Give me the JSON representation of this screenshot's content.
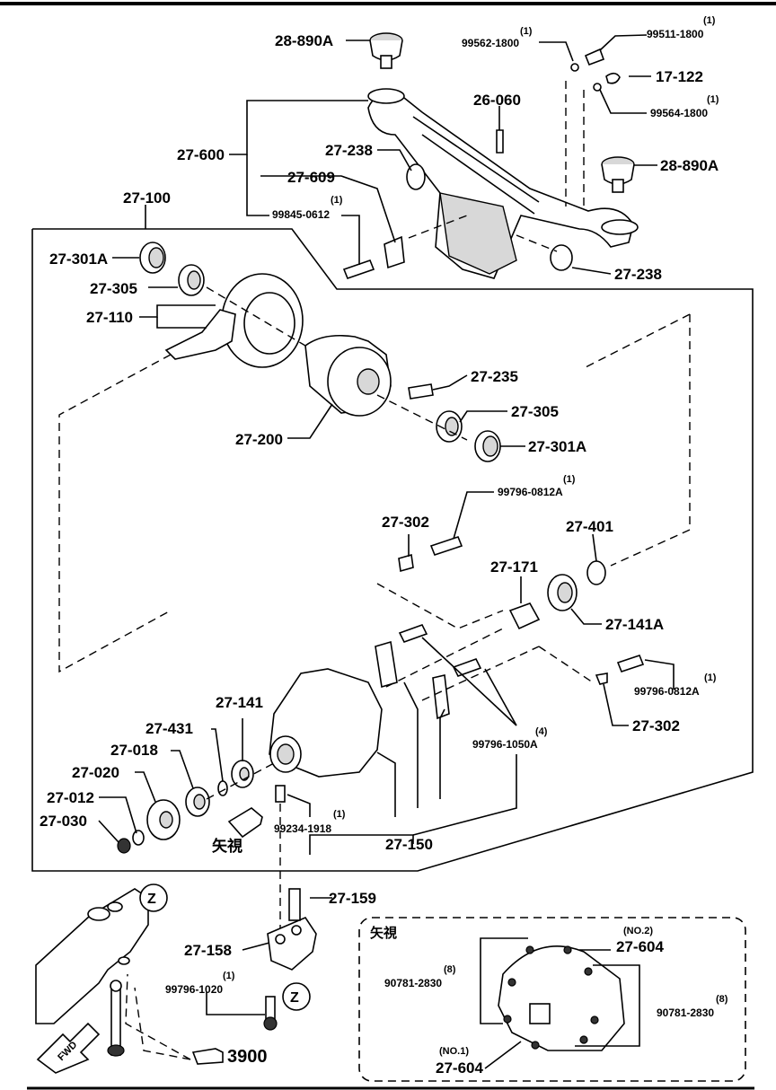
{
  "labels": {
    "l_28_890A_top": "28-890A",
    "l_99562": "99562-1800",
    "q_99562": "(1)",
    "l_99511": "99511-1800",
    "q_99511": "(1)",
    "l_17_122": "17-122",
    "l_99564": "99564-1800",
    "q_99564": "(1)",
    "l_26_060": "26-060",
    "l_27_600": "27-600",
    "l_27_238_top": "27-238",
    "l_28_890A_right": "28-890A",
    "l_27_609": "27-609",
    "l_27_100": "27-100",
    "l_99845": "99845-0612",
    "q_99845": "(1)",
    "l_27_301A_left": "27-301A",
    "l_27_238_right": "27-238",
    "l_27_305_left": "27-305",
    "l_27_110": "27-110",
    "l_27_235": "27-235",
    "l_27_305_right": "27-305",
    "l_27_200": "27-200",
    "l_27_301A_right": "27-301A",
    "l_99796_0812A_top": "99796-0812A",
    "q_99796_0812A_top": "(1)",
    "l_27_302_top": "27-302",
    "l_27_401": "27-401",
    "l_27_171": "27-171",
    "l_27_141A": "27-141A",
    "l_99796_0812A_right": "99796-0812A",
    "q_99796_0812A_right": "(1)",
    "l_27_302_right": "27-302",
    "l_27_141": "27-141",
    "l_27_431": "27-431",
    "l_99796_1050A": "99796-1050A",
    "q_99796_1050A": "(4)",
    "l_27_018": "27-018",
    "l_27_020": "27-020",
    "l_27_012": "27-012",
    "l_27_030": "27-030",
    "l_99234": "99234-1918",
    "q_99234": "(1)",
    "l_yashi_arrow": "矢視",
    "l_27_150": "27-150",
    "l_27_159": "27-159",
    "l_27_158": "27-158",
    "l_99796_1020": "99796-1020",
    "q_99796_1020": "(1)",
    "l_3900": "3900",
    "l_fwd": "FWD",
    "l_z_top": "Z",
    "l_z_bottom": "Z"
  },
  "inset": {
    "title": "矢視",
    "no2": "(NO.2)",
    "l_27_604_top": "27-604",
    "l_90781_left": "90781-2830",
    "q_90781_left": "(8)",
    "l_90781_right": "90781-2830",
    "q_90781_right": "(8)",
    "no1": "(NO.1)",
    "l_27_604_bottom": "27-604"
  }
}
